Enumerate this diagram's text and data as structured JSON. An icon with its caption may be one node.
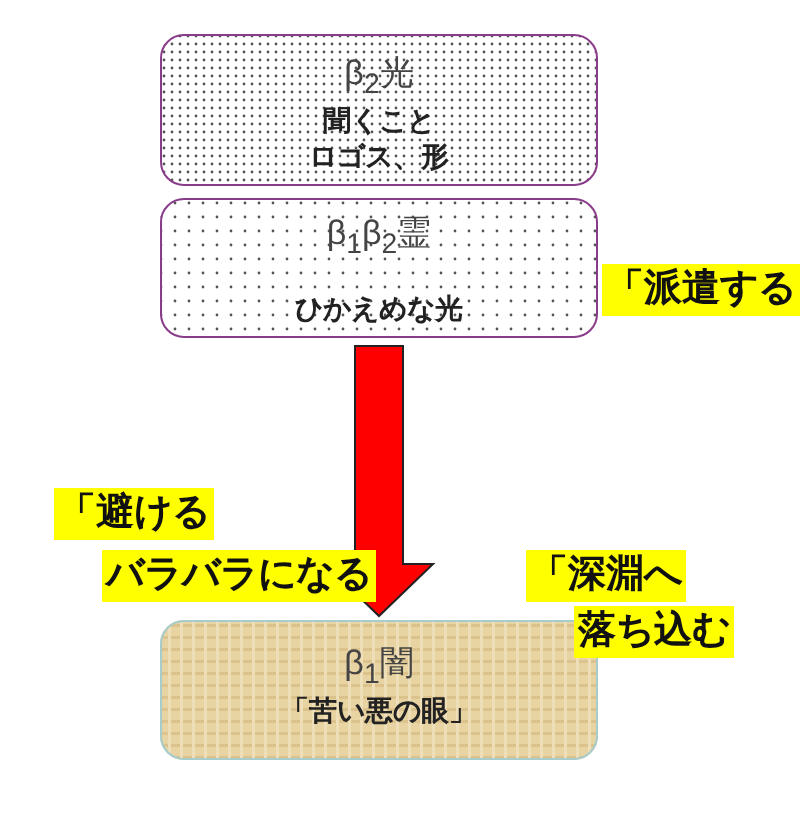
{
  "diagram": {
    "nodes": [
      {
        "text": [
          "β$_{2}$光",
          "聞くこと",
          "ロゴス、形"
        ]
      },
      {
        "text": [
          "β$_{1}$β$_{2}$霊",
          "ひかえめな光"
        ]
      },
      {
        "text": [
          "β$_{1}$闇",
          "「苦い悪の眼」"
        ]
      }
    ],
    "edges": [
      {
        "from": 1,
        "to": 2,
        "arrow": "to",
        "style": "thick",
        "color": "#ff0000"
      }
    ],
    "labels": [
      "「派遣する",
      "「避ける",
      "バラバラになる",
      "「深淵へ",
      "落ち込む"
    ]
  }
}
